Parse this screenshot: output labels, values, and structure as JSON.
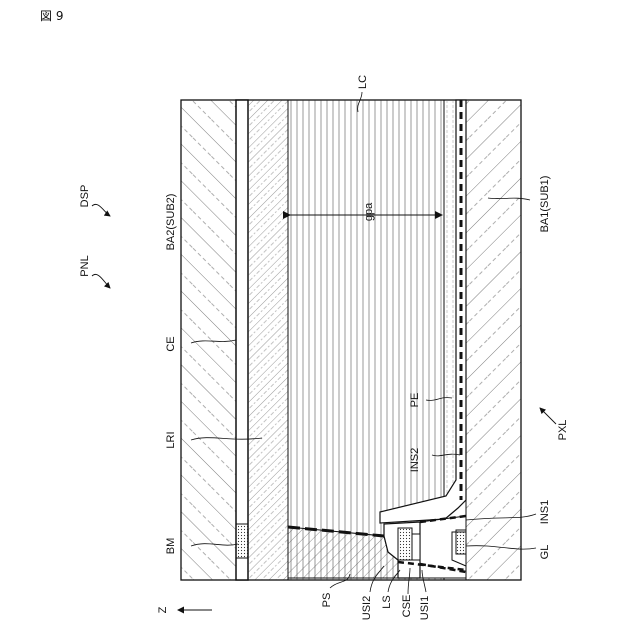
{
  "figure_label": "図 9",
  "labels": {
    "lc": "LC",
    "gpa": "gpa",
    "dsp": "DSP",
    "pnl": "PNL",
    "ba2": "BA2(SUB2)",
    "ba1": "BA1(SUB1)",
    "ce": "CE",
    "lri": "LRI",
    "bm": "BM",
    "pe": "PE",
    "ins2": "INS2",
    "pxl": "PXL",
    "ins1": "INS1",
    "gl": "GL",
    "ps": "PS",
    "usi2": "USI2",
    "ls": "LS",
    "cse": "CSE",
    "usi1": "USI1",
    "z": "Z"
  }
}
